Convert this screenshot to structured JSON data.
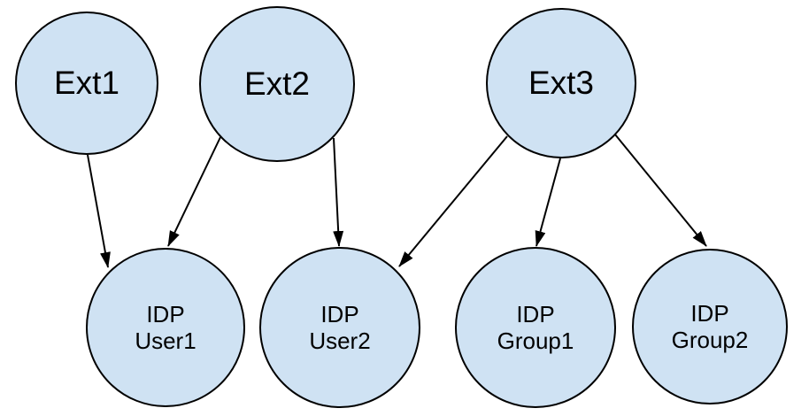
{
  "diagram": {
    "background_color": "#ffffff",
    "node_fill_color": "#cfe2f3",
    "node_border_color": "#000000",
    "edge_color": "#000000",
    "nodes": {
      "ext1": {
        "label": "Ext1"
      },
      "ext2": {
        "label": "Ext2"
      },
      "ext3": {
        "label": "Ext3"
      },
      "user1": {
        "line1": "IDP",
        "line2": "User1"
      },
      "user2": {
        "line1": "IDP",
        "line2": "User2"
      },
      "group1": {
        "line1": "IDP",
        "line2": "Group1"
      },
      "group2": {
        "line1": "IDP",
        "line2": "Group2"
      }
    },
    "edges": [
      {
        "from": "Ext1",
        "to": "IDP User1"
      },
      {
        "from": "Ext2",
        "to": "IDP User1"
      },
      {
        "from": "Ext2",
        "to": "IDP User2"
      },
      {
        "from": "Ext3",
        "to": "IDP User2"
      },
      {
        "from": "Ext3",
        "to": "IDP Group1"
      },
      {
        "from": "Ext3",
        "to": "IDP Group2"
      }
    ]
  }
}
